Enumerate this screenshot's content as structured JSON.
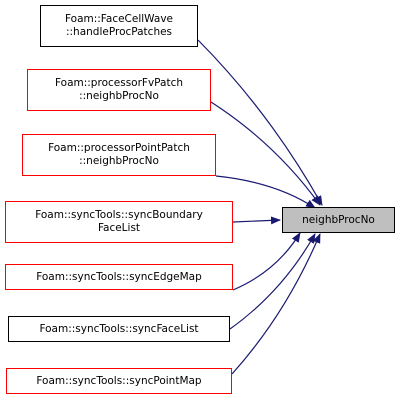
{
  "colors": {
    "edge": "#191970",
    "border_black": "#000000",
    "border_red": "#ff0000",
    "target_fill": "#bfbfbf"
  },
  "target": {
    "label": "neighbProcNo"
  },
  "callers": [
    {
      "line1": "Foam::FaceCellWave",
      "line2": "::handleProcPatches",
      "border": "black"
    },
    {
      "line1": "Foam::processorFvPatch",
      "line2": "::neighbProcNo",
      "border": "red"
    },
    {
      "line1": "Foam::processorPointPatch",
      "line2": "::neighbProcNo",
      "border": "red"
    },
    {
      "line1": "Foam::syncTools::syncBoundary",
      "line2": "FaceList",
      "border": "red"
    },
    {
      "line1": "Foam::syncTools::syncEdgeMap",
      "line2": "",
      "border": "red"
    },
    {
      "line1": "Foam::syncTools::syncFaceList",
      "line2": "",
      "border": "black"
    },
    {
      "line1": "Foam::syncTools::syncPointMap",
      "line2": "",
      "border": "red"
    }
  ]
}
